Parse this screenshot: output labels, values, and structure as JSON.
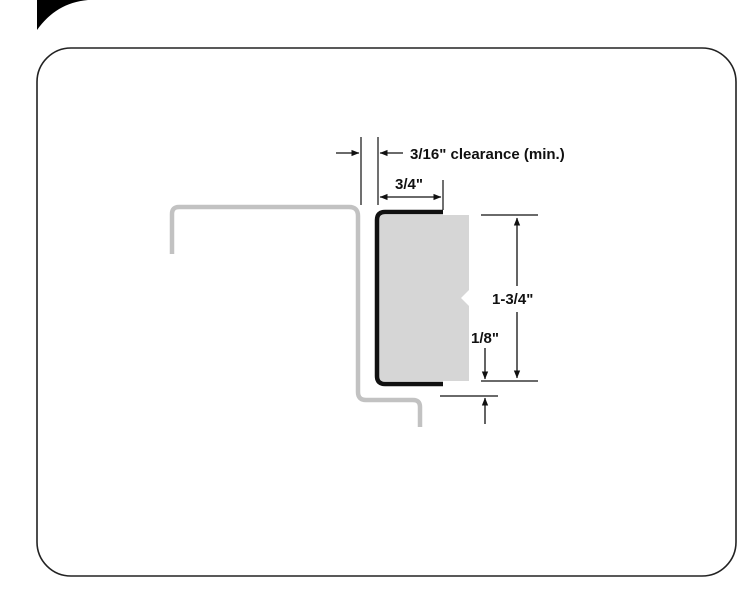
{
  "diagram": {
    "labels": {
      "clearance": "3/16\" clearance (min.)",
      "width": "3/4\"",
      "height": "1-3/4\"",
      "offset": "1/8\""
    },
    "colors": {
      "frame_stroke": "#222222",
      "corner_tab": "#000000",
      "profile_gray": "#c2c2c2",
      "panel_fill": "#d6d6d6",
      "channel_stroke": "#111111",
      "dimension_line": "#111111"
    }
  }
}
